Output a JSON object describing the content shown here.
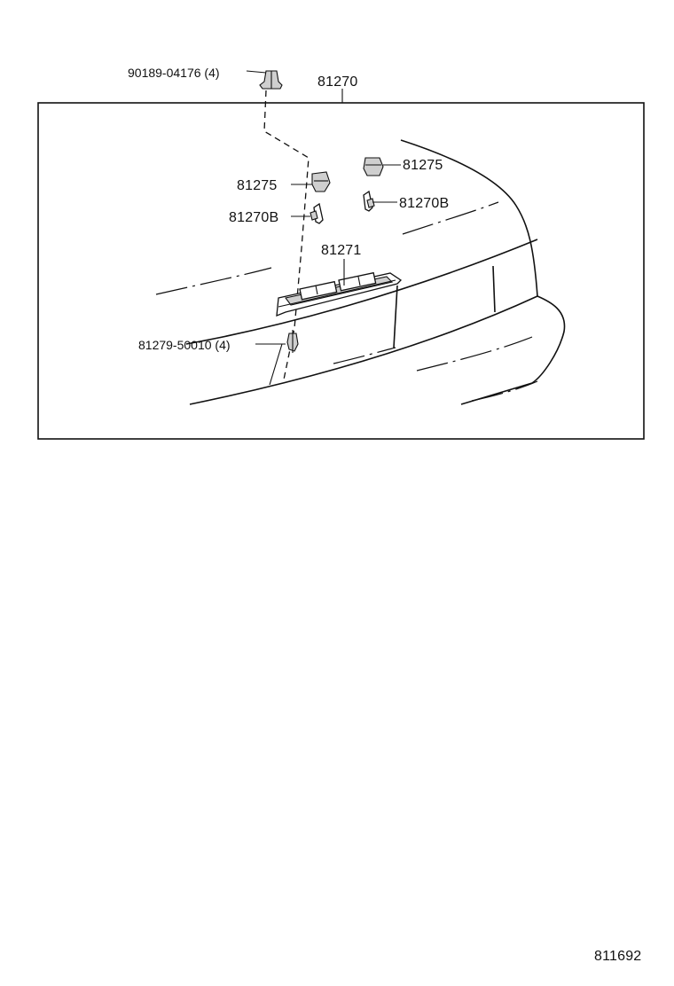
{
  "diagram": {
    "parts": {
      "screw_top": "90189-04176 (4)",
      "assembly": "81270",
      "cover_left": "81275",
      "cover_right": "81275",
      "bulb_left": "81270B",
      "bulb_right": "81270B",
      "lamp_housing": "81271",
      "screw_bottom": "81279-50010 (4)"
    },
    "figure_number": "811692"
  }
}
